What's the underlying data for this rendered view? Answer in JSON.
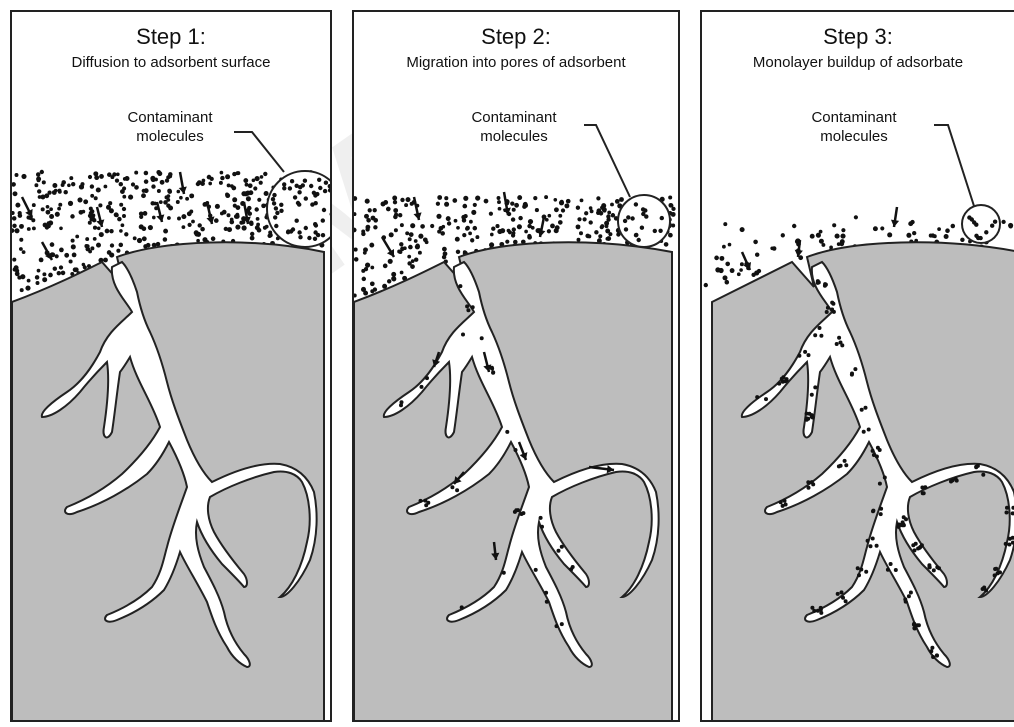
{
  "panels": [
    {
      "step": "Step 1:",
      "caption": "Diffusion to adsorbent surface",
      "label_line1": "Contaminant",
      "label_line2": "molecules"
    },
    {
      "step": "Step 2:",
      "caption": "Migration into pores of adsorbent",
      "label_line1": "Contaminant",
      "label_line2": "molecules"
    },
    {
      "step": "Step 3:",
      "caption": "Monolayer buildup of adsorbate",
      "label_line1": "Contaminant",
      "label_line2": "molecules"
    }
  ],
  "watermark": "AMSO",
  "colors": {
    "adsorbent": "#bdbdbd",
    "outline": "#222222",
    "pore": "#ffffff",
    "molecule": "#111111"
  }
}
